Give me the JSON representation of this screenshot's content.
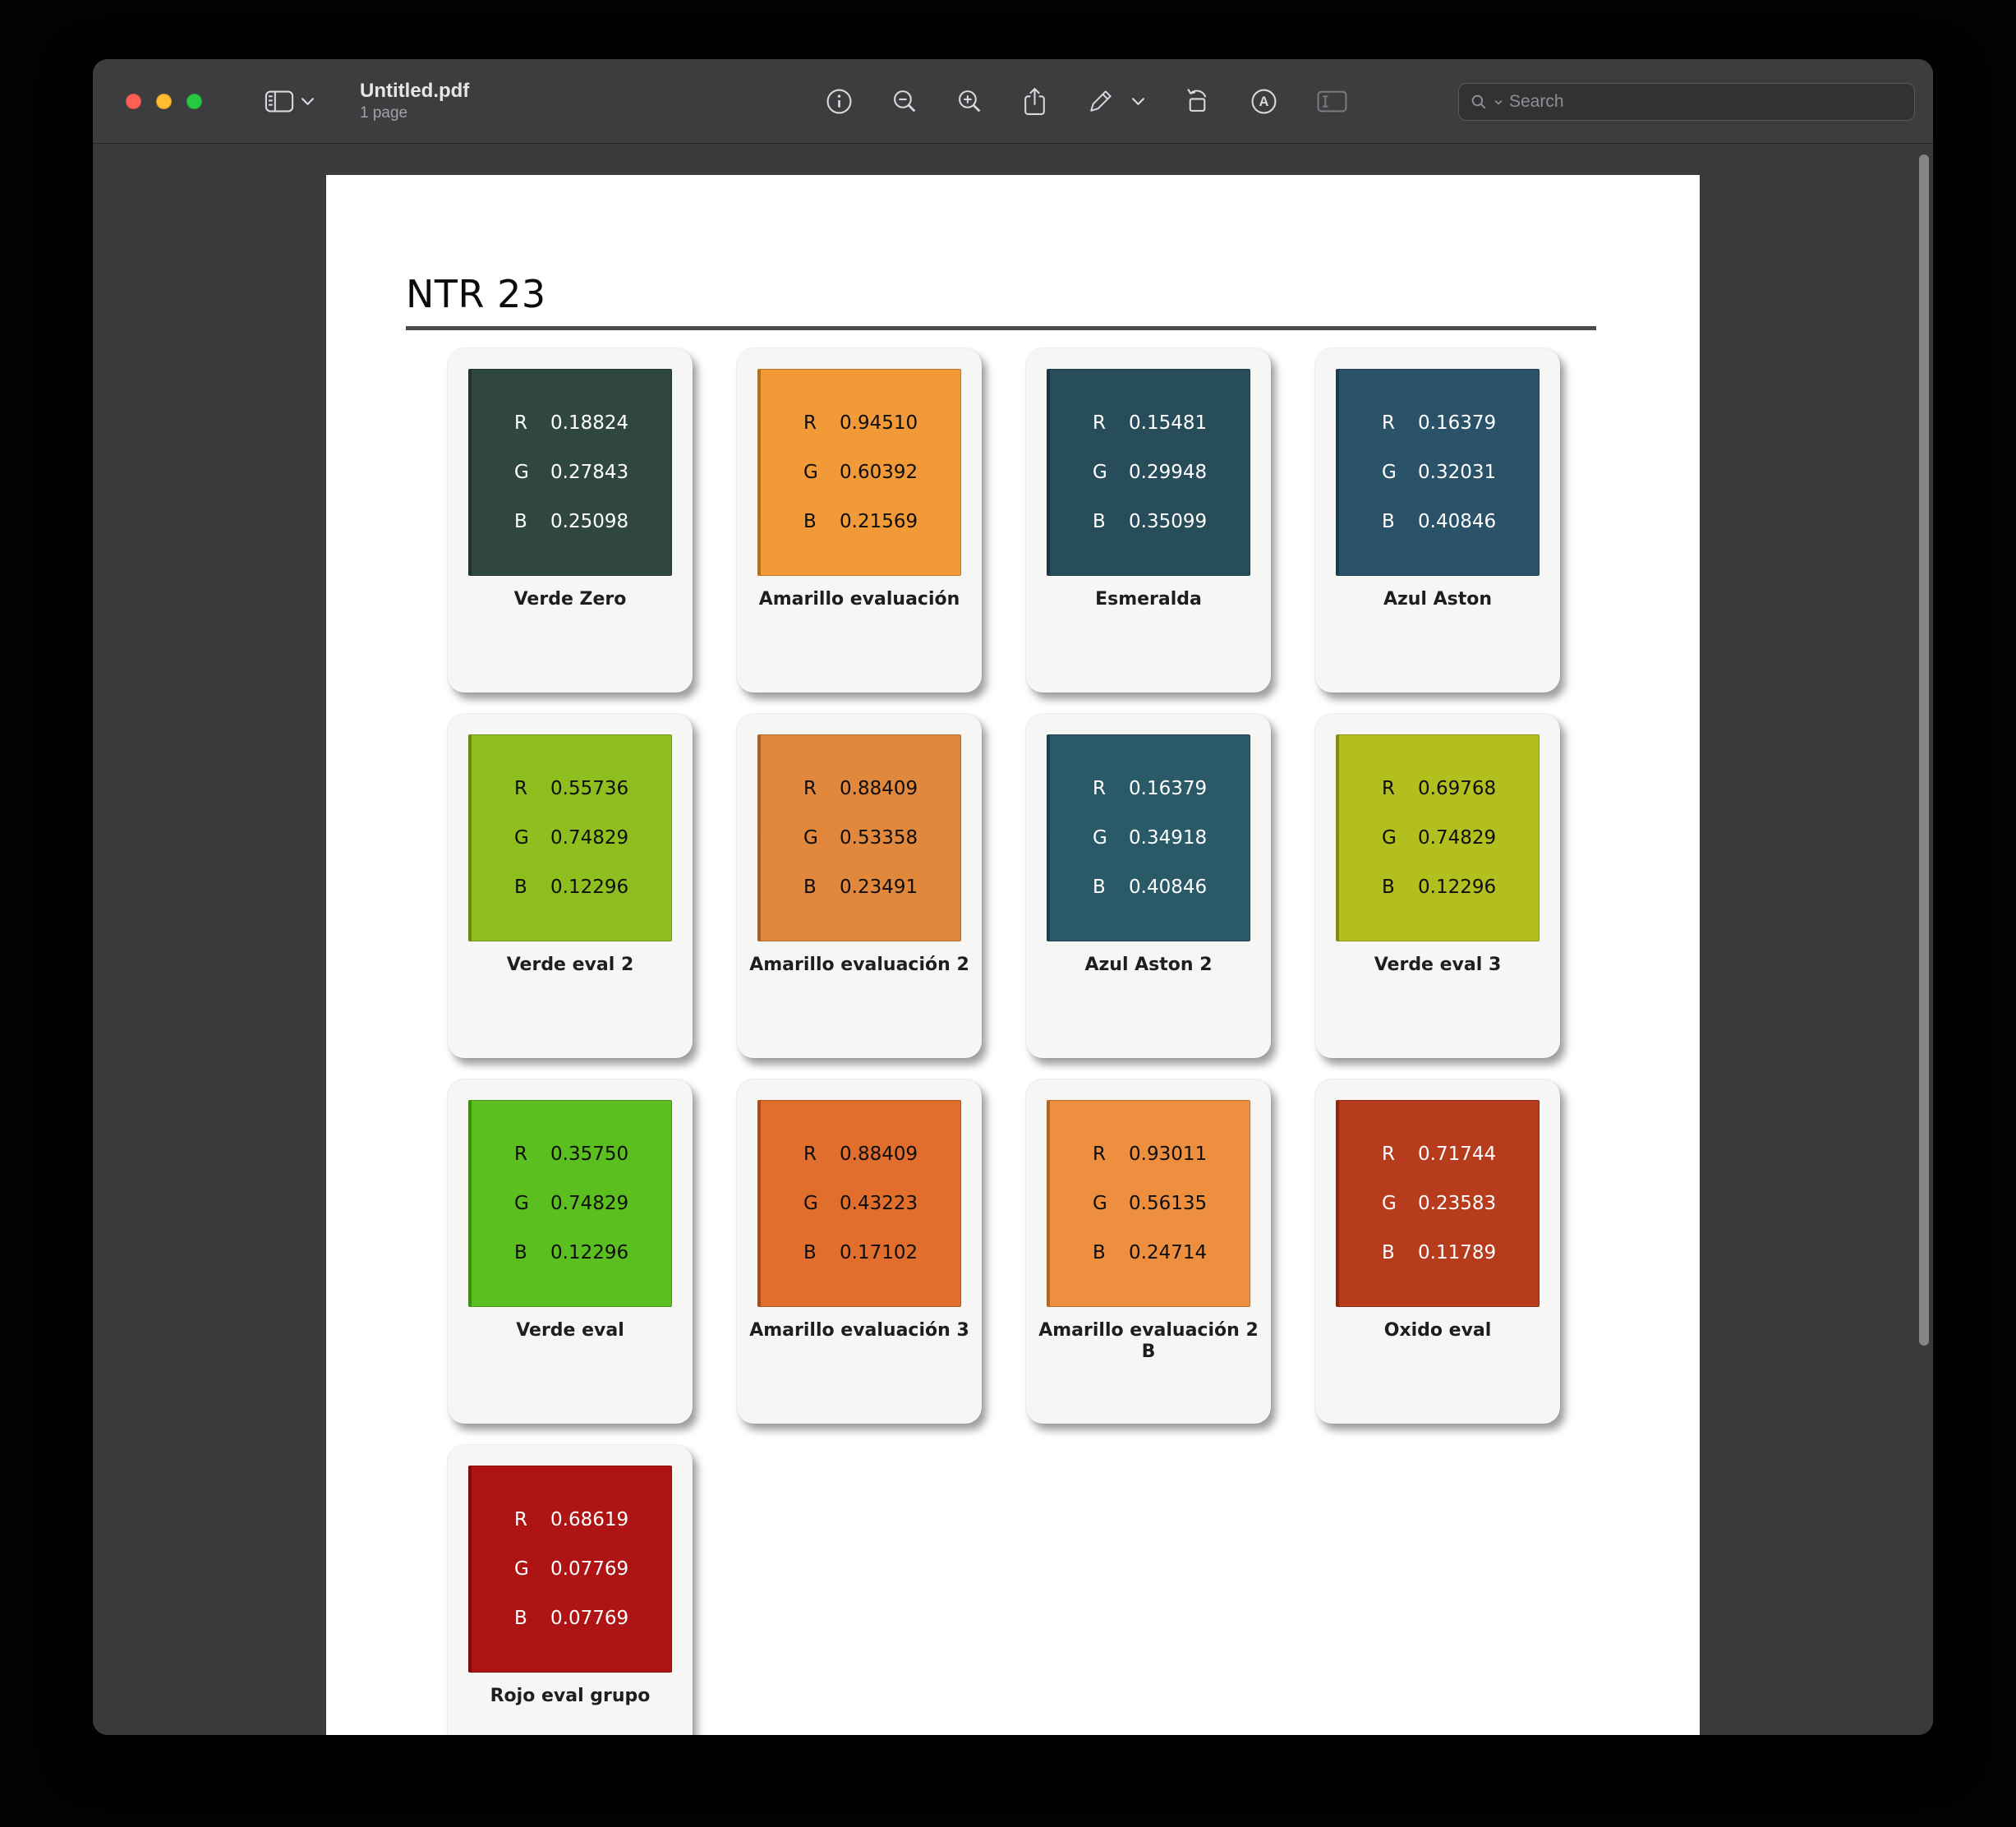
{
  "window": {
    "title": "Untitled.pdf",
    "pages_label": "1 page",
    "search": {
      "placeholder": "Search"
    },
    "traffic_lights": {
      "close": "#ff5f57",
      "minimize": "#febc2e",
      "zoom": "#28c840"
    }
  },
  "toolbar": {
    "icons": [
      "sidebar-toggle-icon",
      "info-icon",
      "zoom-out-icon",
      "zoom-in-icon",
      "share-icon",
      "markup-pencil-icon",
      "chevron-down-icon",
      "rotate-icon",
      "highlight-a-icon",
      "text-tool-icon",
      "search-icon"
    ]
  },
  "document": {
    "heading": "NTR 23",
    "channels": [
      "R",
      "G",
      "B"
    ],
    "swatches": [
      {
        "label": "Verde Zero",
        "r": "0.18824",
        "g": "0.27843",
        "b": "0.25098",
        "hex": "#304740",
        "text": "#ffffff"
      },
      {
        "label": "Amarillo evaluación",
        "r": "0.94510",
        "g": "0.60392",
        "b": "0.21569",
        "hex": "#f19a37",
        "text": "#0e0e0e"
      },
      {
        "label": "Esmeralda",
        "r": "0.15481",
        "g": "0.29948",
        "b": "0.35099",
        "hex": "#274c5a",
        "text": "#ffffff"
      },
      {
        "label": "Azul Aston",
        "r": "0.16379",
        "g": "0.32031",
        "b": "0.40846",
        "hex": "#2a5268",
        "text": "#ffffff"
      },
      {
        "label": "Verde eval 2",
        "r": "0.55736",
        "g": "0.74829",
        "b": "0.12296",
        "hex": "#8ebf1f",
        "text": "#0e0e0e"
      },
      {
        "label": "Amarillo evaluación 2",
        "r": "0.88409",
        "g": "0.53358",
        "b": "0.23491",
        "hex": "#e1883c",
        "text": "#0e0e0e"
      },
      {
        "label": "Azul Aston 2",
        "r": "0.16379",
        "g": "0.34918",
        "b": "0.40846",
        "hex": "#2a5968",
        "text": "#ffffff"
      },
      {
        "label": "Verde eval 3",
        "r": "0.69768",
        "g": "0.74829",
        "b": "0.12296",
        "hex": "#b2bf1f",
        "text": "#0e0e0e"
      },
      {
        "label": "Verde eval",
        "r": "0.35750",
        "g": "0.74829",
        "b": "0.12296",
        "hex": "#5bbf1f",
        "text": "#0e0e0e"
      },
      {
        "label": "Amarillo evaluación 3",
        "r": "0.88409",
        "g": "0.43223",
        "b": "0.17102",
        "hex": "#e16e2c",
        "text": "#0e0e0e"
      },
      {
        "label": "Amarillo evaluación 2 B",
        "r": "0.93011",
        "g": "0.56135",
        "b": "0.24714",
        "hex": "#ed8f3f",
        "text": "#0e0e0e"
      },
      {
        "label": "Oxido eval",
        "r": "0.71744",
        "g": "0.23583",
        "b": "0.11789",
        "hex": "#b73c1e",
        "text": "#ffffff"
      },
      {
        "label": "Rojo eval grupo",
        "r": "0.68619",
        "g": "0.07769",
        "b": "0.07769",
        "hex": "#af1414",
        "text": "#ffffff"
      }
    ]
  }
}
